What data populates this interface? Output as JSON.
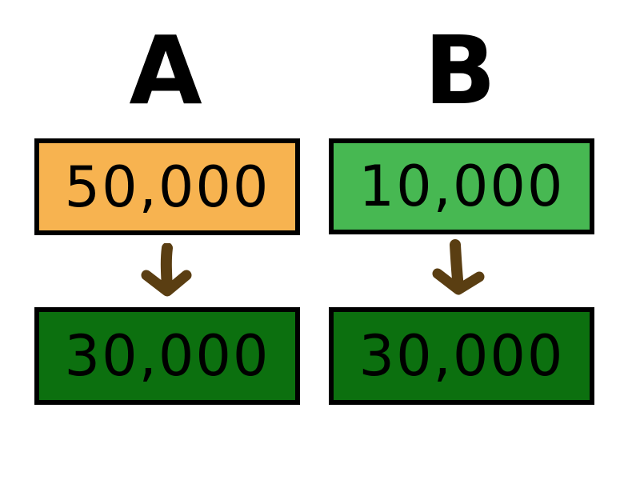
{
  "columns": [
    {
      "label": "A",
      "before": {
        "value": "50,000",
        "color": "#F7B350"
      },
      "after": {
        "value": "30,000",
        "color": "#0C700F"
      }
    },
    {
      "label": "B",
      "before": {
        "value": "10,000",
        "color": "#47B852"
      },
      "after": {
        "value": "30,000",
        "color": "#0C700F"
      }
    }
  ],
  "arrow_color": "#5A3E12",
  "arrow_icon": "arrow-down-icon"
}
